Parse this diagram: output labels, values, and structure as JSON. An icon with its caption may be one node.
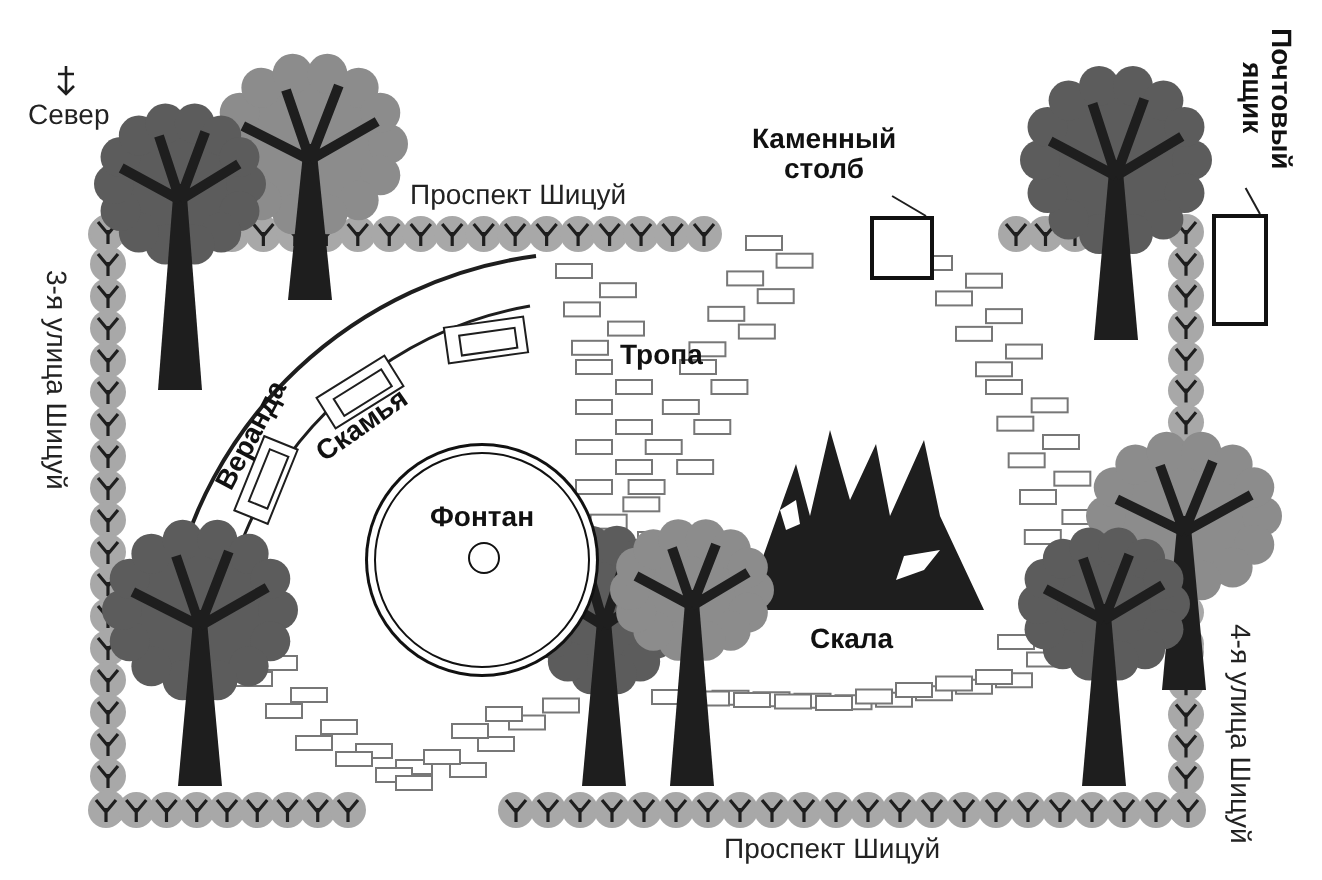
{
  "diagram": {
    "nodes": [
      {
        "text": [
          "Каменный столб"
        ]
      },
      {
        "text": [],
        "shape": "box"
      },
      {
        "text": [
          "Почтовый ящик"
        ]
      },
      {
        "text": [],
        "shape": "box"
      },
      {
        "text": [
          "Фонтан"
        ]
      }
    ],
    "edges": [
      {
        "from": 0,
        "to": 1,
        "arrow": "none"
      },
      {
        "from": 2,
        "to": 3,
        "arrow": "none"
      }
    ],
    "labels": [
      "Север",
      "Проспект Шицуй",
      "3-я улица Шицуй",
      "Веранда",
      "Скамья",
      "Тропа",
      "Скала",
      "4-я улица Шицуй",
      "Проспект Шицуй"
    ]
  }
}
